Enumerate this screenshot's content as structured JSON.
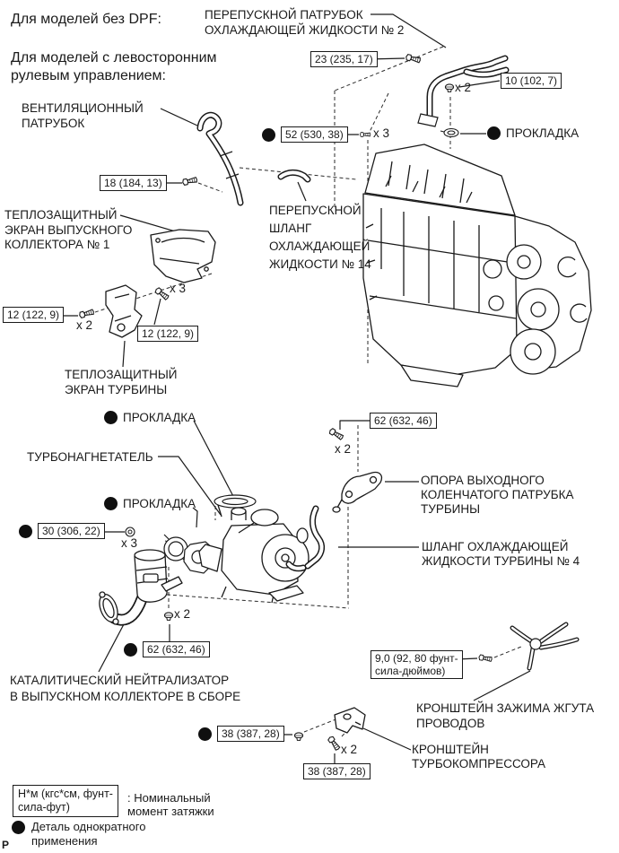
{
  "header": {
    "no_dpf": "Для моделей без DPF:",
    "lhd_line1": "Для моделей с левосторонним",
    "lhd_line2": "рулевым управлением:"
  },
  "labels": {
    "bypass_pipe_2": {
      "l1": "ПЕРЕПУСКНОЙ ПАТРУБОК",
      "l2": "ОХЛАЖДАЮЩЕЙ ЖИДКОСТИ № 2"
    },
    "vent_pipe": {
      "l1": "ВЕНТИЛЯЦИОННЫЙ",
      "l2": "ПАТРУБОК"
    },
    "gasket": "ПРОКЛАДКА",
    "manifold_heat_shield": {
      "l1": "ТЕПЛОЗАЩИТНЫЙ",
      "l2": "ЭКРАН ВЫПУСКНОГО",
      "l3": "КОЛЛЕКТОРА № 1"
    },
    "turbine_heat_shield": {
      "l1": "ТЕПЛОЗАЩИТНЫЙ",
      "l2": "ЭКРАН ТУРБИНЫ"
    },
    "bypass_hose_14": {
      "l1": "ПЕРЕПУСКНОЙ",
      "l2": "ШЛАНГ",
      "l3": "ОХЛАЖДАЮЩЕЙ",
      "l4": "ЖИДКОСТИ № 14"
    },
    "turbocharger": "ТУРБОНАГНЕТАТЕЛЬ",
    "outlet_elbow_support": {
      "l1": "ОПОРА ВЫХОДНОГО",
      "l2": "КОЛЕНЧАТОГО ПАТРУБКА",
      "l3": "ТУРБИНЫ"
    },
    "coolant_hose_4": {
      "l1": "ШЛАНГ ОХЛАЖДАЮЩЕЙ",
      "l2": "ЖИДКОСТИ ТУРБИНЫ № 4"
    },
    "catalytic_converter": {
      "l1": "КАТАЛИТИЧЕСКИЙ НЕЙТРАЛИЗАТОР",
      "l2": "В ВЫПУСКНОМ КОЛЛЕКТОРЕ В СБОРЕ"
    },
    "harness_clamp_bracket": {
      "l1": "КРОНШТЕЙН ЗАЖИМА ЖГУТА",
      "l2": "ПРОВОДОВ"
    },
    "turbocharger_bracket": {
      "l1": "КРОНШТЕЙН",
      "l2": "ТУРБОКОМПРЕССОРА"
    }
  },
  "torques": {
    "t23": "23 (235, 17)",
    "t10": "10 (102, 7)",
    "t52": "52 (530, 38)",
    "t18": "18 (184, 13)",
    "t12": "12 (122, 9)",
    "t30": "30 (306, 22)",
    "t62": "62 (632, 46)",
    "t38": "38 (387, 28)",
    "t9": {
      "l1": "9,0 (92, 80 фунт-",
      "l2": "сила-дюймов)"
    }
  },
  "multipliers": {
    "x2": "x 2",
    "x3": "x 3"
  },
  "legend": {
    "unit": {
      "l1": "Н*м (кгс*см, фунт-",
      "l2": "сила-фут)"
    },
    "nominal": {
      "l1": ": Номинальный",
      "l2": "момент затяжки"
    },
    "single_use": {
      "l1": "Деталь однократного",
      "l2": "применения"
    }
  },
  "footer": {
    "page_mark": "Р"
  },
  "icons": {
    "single_use_dot": "filled-circle",
    "bolt": "bolt-glyph",
    "nut": "nut-glyph",
    "washer": "washer-glyph"
  },
  "colors": {
    "ink": "#1a1a1a",
    "paper": "#ffffff"
  }
}
